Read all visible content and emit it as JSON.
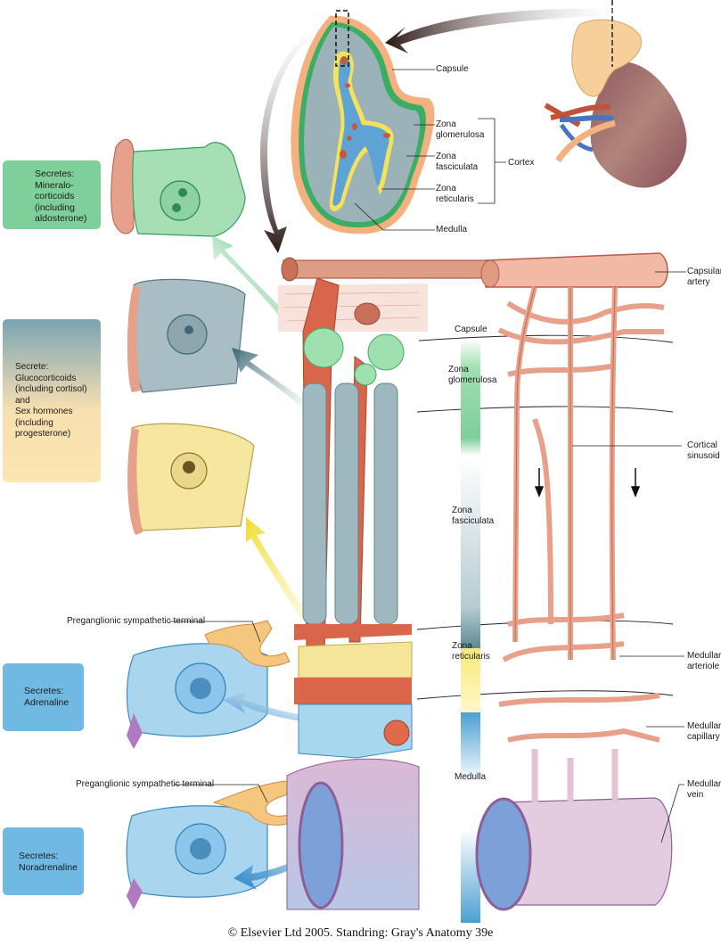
{
  "figure": {
    "caption": "© Elsevier Ltd 2005. Standring: Gray's Anatomy 39e",
    "colors": {
      "glomerulosa": "#7fcf9a",
      "fasciculata_top": "#7aa4b2",
      "fasciculata_bottom": "#fbe3ae",
      "medulla_box": "#6fb9e3",
      "artery": "#e3a58e",
      "capsule": "#f4b07e",
      "reticularis": "#f2e27a",
      "medulla": "#4aa0d2",
      "vein": "#e6cfdd",
      "kidney": "#a2676f"
    }
  },
  "secretion_boxes": [
    {
      "id": "glomerulosa",
      "text": "Secretes:\nMineralo-\ncorticoids\n(including\naldosterone)"
    },
    {
      "id": "fasciculata-reticularis",
      "text": "Secrete:\nGlucocorticoids\n(including cortisol)\n   and\nSex hormones\n(including progesterone)"
    },
    {
      "id": "adrenaline",
      "text": "Secretes:\nAdrenaline"
    },
    {
      "id": "noradrenaline",
      "text": "Secretes:\nNoradrenaline"
    }
  ],
  "section_labels": {
    "capsule": "Capsule",
    "zona_glomerulosa": "Zona\nglomerulosa",
    "zona_fasciculata": "Zona\nfasciculata",
    "zona_reticularis": "Zona\nreticularis",
    "cortex": "Cortex",
    "medulla": "Medulla"
  },
  "column_labels": {
    "capsule": "Capsule",
    "zona_glomerulosa": "Zona\nglomerulosa",
    "zona_fasciculata": "Zona\nfasciculata",
    "zona_reticularis": "Zona\nreticularis",
    "medulla": "Medulla"
  },
  "vessel_labels": {
    "capsular_artery": "Capsular\nartery",
    "cortical_sinusoid": "Cortical\nsinusoid",
    "medullary_arteriole": "Medullary\narteriole",
    "medullary_capillary": "Medullary\ncapillary",
    "medullary_vein": "Medullary\nvein"
  },
  "terminal_labels": [
    "Preganglionic sympathetic terminal",
    "Preganglionic sympathetic terminal"
  ]
}
